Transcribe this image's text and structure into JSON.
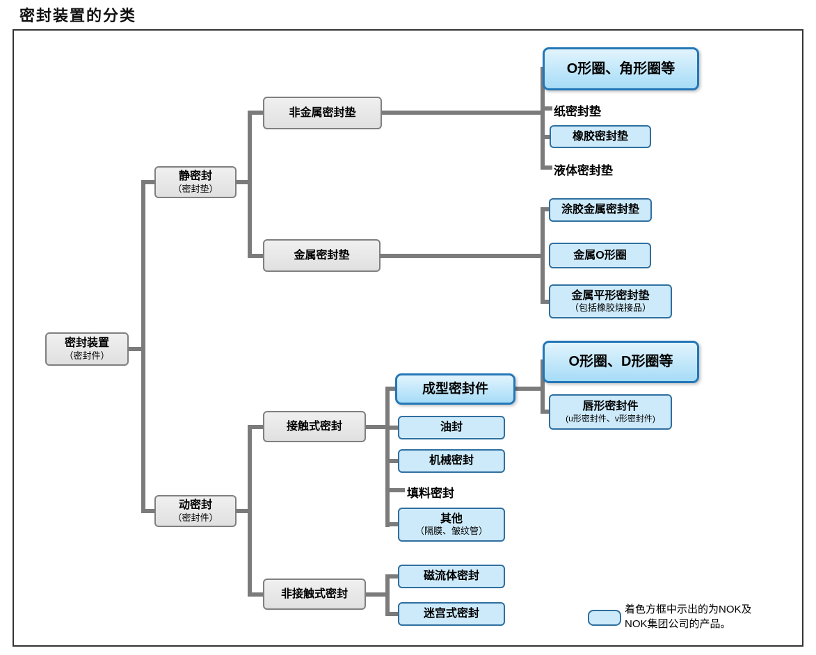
{
  "title": "密封装置的分类",
  "nodes": {
    "root": {
      "label": "密封装置",
      "sub": "（密封件）"
    },
    "static_seal": {
      "label": "静密封",
      "sub": "（密封垫）"
    },
    "dynamic_seal": {
      "label": "动密封",
      "sub": "（密封件）"
    },
    "nonmetal_gasket": {
      "label": "非金属密封垫"
    },
    "metal_gasket": {
      "label": "金属密封垫"
    },
    "oring_corner_ring": {
      "label": "O形圈、角形圈等"
    },
    "paper_gasket": {
      "label": "纸密封垫"
    },
    "rubber_gasket": {
      "label": "橡胶密封垫"
    },
    "liquid_gasket": {
      "label": "液体密封垫"
    },
    "coated_metal_gasket": {
      "label": "涂胶金属密封垫"
    },
    "metal_oring": {
      "label": "金属O形圈"
    },
    "metal_flat_gasket": {
      "label": "金属平形密封垫",
      "sub": "（包括橡胶烧接品）"
    },
    "contact_seal": {
      "label": "接触式密封"
    },
    "noncontact_seal": {
      "label": "非接触式密封"
    },
    "molded_seal": {
      "label": "成型密封件"
    },
    "oring_dring": {
      "label": "O形圈、D形圈等"
    },
    "lip_seal": {
      "label": "唇形密封件",
      "sub": "(u形密封件、v形密封件)"
    },
    "oil_seal": {
      "label": "油封"
    },
    "mechanical_seal": {
      "label": "机械密封"
    },
    "packing_seal": {
      "label": "填料密封"
    },
    "others": {
      "label": "其他",
      "sub": "（隔膜、皱纹管）"
    },
    "magnetic_fluid_seal": {
      "label": "磁流体密封"
    },
    "labyrinth_seal": {
      "label": "迷宫式密封"
    }
  },
  "legend": {
    "line1": "着色方框中示出的为NOK及",
    "line2": "NOK集团公司的产品。"
  },
  "colors": {
    "connector": "#7b7b7b",
    "gray_fill": "#e7e7e7",
    "gray_border": "#7f7f7f",
    "blue_fill": "#cdeafa",
    "blue_border": "#2f6f9f",
    "highlight_fill": "#a6dcf7",
    "highlight_border": "#2377b8"
  }
}
